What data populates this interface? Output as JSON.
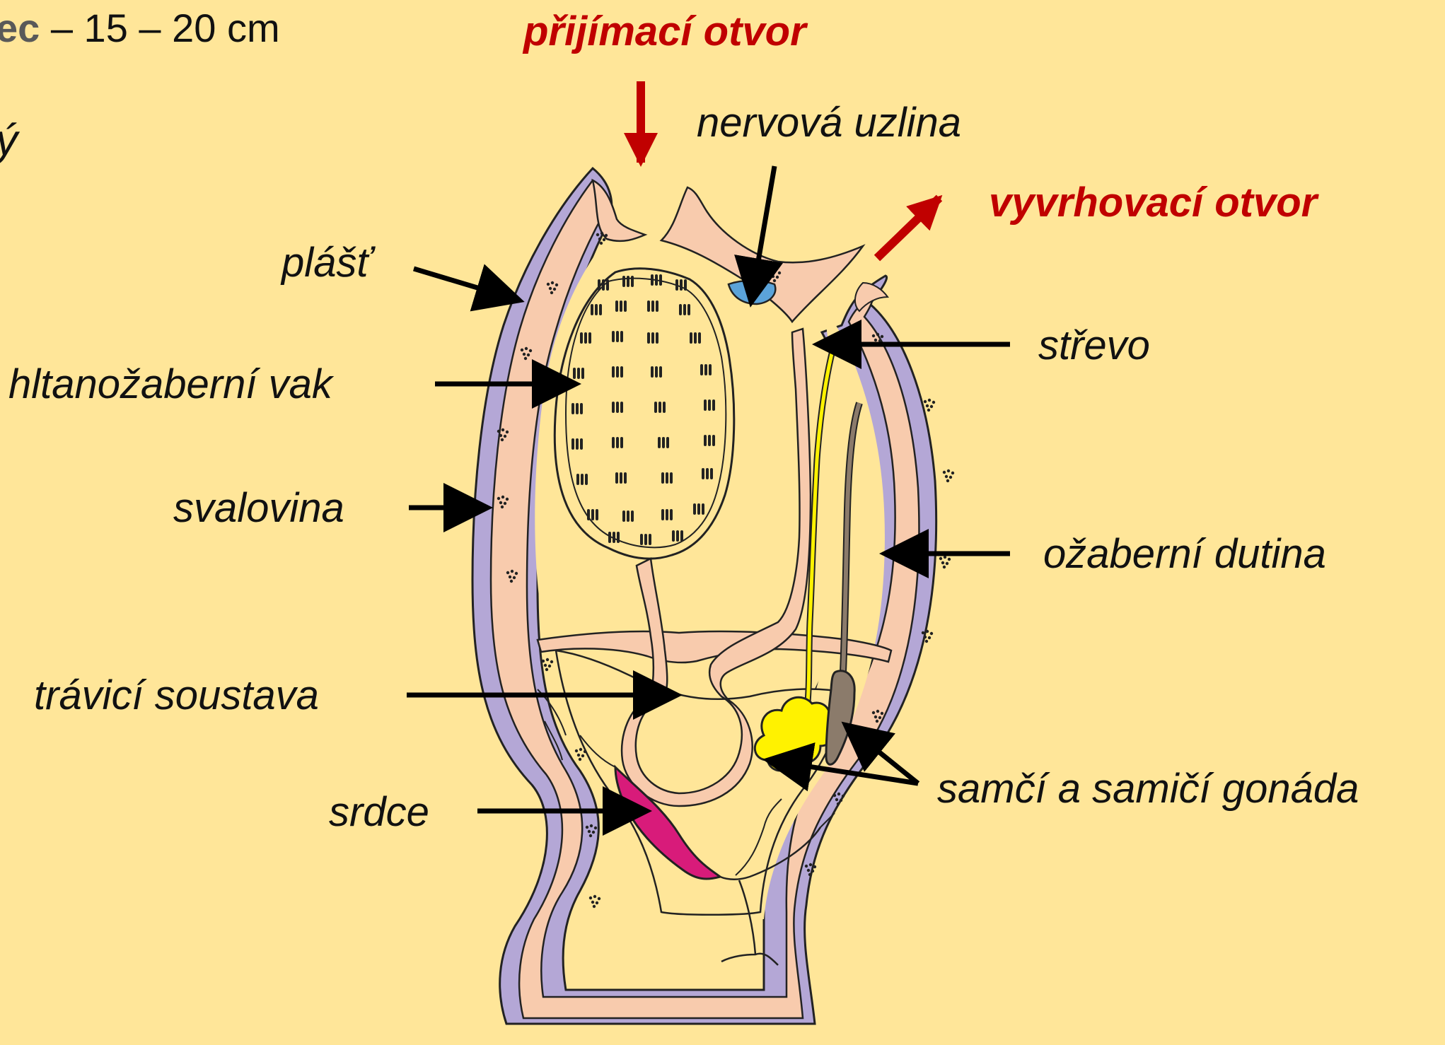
{
  "header": {
    "prefix": "ec",
    "rest": " – 15 – 20 cm"
  },
  "left_fragment": "ý",
  "labels": {
    "intake": "přijímací otvor",
    "nerve": "nervová uzlina",
    "exhale": "vyvrhovací otvor",
    "mantle": "plášť",
    "intestine": "střevo",
    "pharynx": "hltanožaberní vak",
    "muscle": "svalovina",
    "atrial": "ožaberní dutina",
    "digestive": "trávicí soustava",
    "gonads": "samčí a samičí gonáda",
    "heart": "srdce"
  },
  "colors": {
    "background": "#FFE699",
    "tunic": "#B4A7D6",
    "body": "#F8CBAD",
    "heart": "#D81B7A",
    "ganglion": "#5BA3D9",
    "testis": "#FFF200",
    "ovary": "#8B7B6B",
    "accent_red": "#C00000"
  }
}
